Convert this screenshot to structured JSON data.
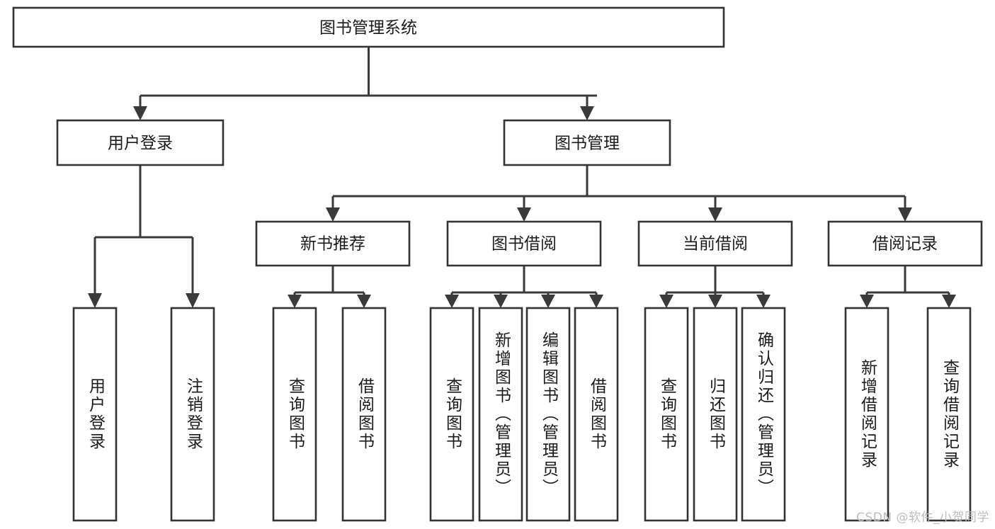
{
  "diagram": {
    "title": "图书管理系统",
    "watermark": "CSDN @软件_小贺同学",
    "line_color": "#3a3a3a",
    "box_stroke_color": "#333333",
    "box_fill_color": "#ffffff",
    "text_color": "#1b1b1b",
    "watermark_color": "#bdbdbd",
    "levels": {
      "root": "图书管理系统",
      "level2": [
        "用户登录",
        "图书管理"
      ],
      "level3": [
        "新书推荐",
        "图书借阅",
        "当前借阅",
        "借阅记录"
      ]
    },
    "nodes": {
      "root": {
        "label": "图书管理系统",
        "orientation": "horizontal"
      },
      "user_login": {
        "label": "用户登录",
        "orientation": "horizontal"
      },
      "book_manage": {
        "label": "图书管理",
        "orientation": "horizontal"
      },
      "new_book_rec": {
        "label": "新书推荐",
        "orientation": "horizontal"
      },
      "book_borrow": {
        "label": "图书借阅",
        "orientation": "horizontal"
      },
      "current_borrow": {
        "label": "当前借阅",
        "orientation": "horizontal"
      },
      "borrow_record": {
        "label": "借阅记录",
        "orientation": "horizontal"
      },
      "leaf_user_login": {
        "label": "用户登录",
        "orientation": "vertical"
      },
      "leaf_user_logout": {
        "label": "注销登录",
        "orientation": "vertical"
      },
      "leaf_query_book_1": {
        "label": "查询图书",
        "orientation": "vertical"
      },
      "leaf_borrow_book_1": {
        "label": "借阅图书",
        "orientation": "vertical"
      },
      "leaf_query_book_2": {
        "label": "查询图书",
        "orientation": "vertical"
      },
      "leaf_add_book": {
        "label": "新增图书（管理员）",
        "orientation": "vertical"
      },
      "leaf_edit_book": {
        "label": "编辑图书（管理员）",
        "orientation": "vertical"
      },
      "leaf_borrow_book_2": {
        "label": "借阅图书",
        "orientation": "vertical"
      },
      "leaf_query_book_3": {
        "label": "查询图书",
        "orientation": "vertical"
      },
      "leaf_return_book": {
        "label": "归还图书",
        "orientation": "vertical"
      },
      "leaf_confirm_return": {
        "label": "确认归还（管理员）",
        "orientation": "vertical"
      },
      "leaf_add_record": {
        "label": "新增借阅记录",
        "orientation": "vertical"
      },
      "leaf_query_record": {
        "label": "查询借阅记录",
        "orientation": "vertical"
      }
    },
    "groups": {
      "user_login_children": [
        "用户登录",
        "注销登录"
      ],
      "new_book_rec_children": [
        "查询图书",
        "借阅图书"
      ],
      "book_borrow_children": [
        "查询图书",
        "新增图书（管理员）",
        "编辑图书（管理员）",
        "借阅图书"
      ],
      "current_borrow_children": [
        "查询图书",
        "归还图书",
        "确认归还（管理员）"
      ],
      "borrow_record_children": [
        "新增借阅记录",
        "查询借阅记录"
      ]
    }
  }
}
